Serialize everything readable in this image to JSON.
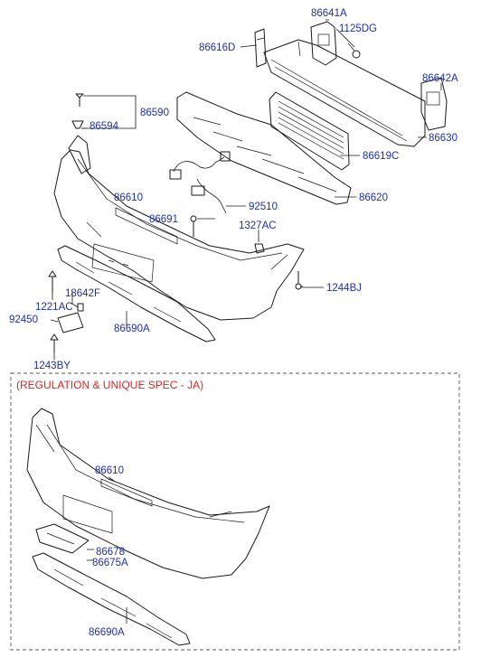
{
  "labels": {
    "p86641a": "86641A",
    "p1125dg": "1125DG",
    "p86616d": "86616D",
    "p86642a": "86642A",
    "p86590": "86590",
    "p86594": "86594",
    "p86630": "86630",
    "p86619c": "86619C",
    "p86610": "86610",
    "p86620": "86620",
    "p92510": "92510",
    "p86691": "86691",
    "p1327ac": "1327AC",
    "p1244bj": "1244BJ",
    "p18642f": "18642F",
    "p1221ac": "1221AC",
    "p92450": "92450",
    "p86690a": "86690A",
    "p1243by": "1243BY"
  },
  "inset": {
    "title": "(REGULATION & UNIQUE SPEC - JA)",
    "p86610": "86610",
    "p86678": "86678",
    "p86675a": "86675A",
    "p86690a": "86690A"
  },
  "colors": {
    "label": "#1c2fb4",
    "note": "#e0241b",
    "line": "#1a1a1a"
  }
}
